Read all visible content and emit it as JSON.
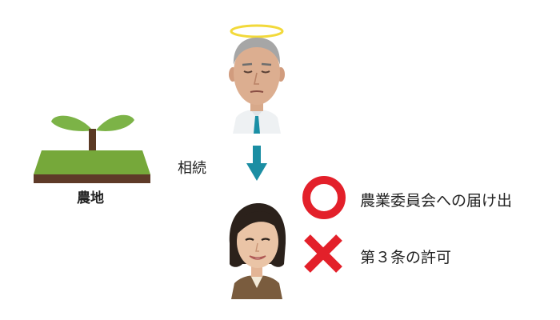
{
  "farmland": {
    "label": "農地",
    "icon": "sprout-on-field-icon",
    "colors": {
      "grass": "#76a83a",
      "soil": "#5e3a28",
      "leaf": "#7cb347",
      "stem": "#5b3a24"
    }
  },
  "deceased": {
    "icon": "elderly-man-with-halo-icon",
    "halo_color": "#f2d93a",
    "tie_color": "#1a8fa5"
  },
  "relation": {
    "label": "相続",
    "arrow_icon": "down-arrow-icon",
    "arrow_color": "#1b8ea3"
  },
  "heir": {
    "icon": "woman-heir-icon"
  },
  "rules": {
    "allowed": {
      "icon": "red-circle-icon",
      "label": "農業委員会への届け出",
      "color": "#e3202a"
    },
    "denied": {
      "icon": "red-cross-icon",
      "label": "第３条の許可",
      "color": "#e3202a"
    }
  }
}
